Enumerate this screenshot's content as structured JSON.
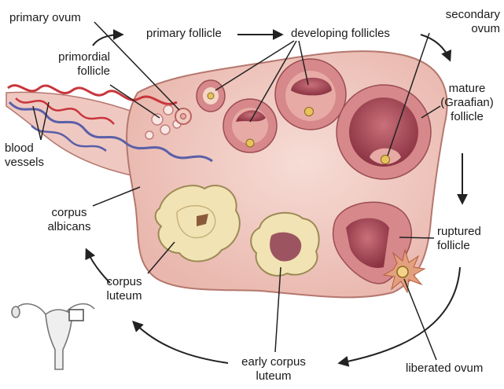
{
  "labels": {
    "primary_ovum": "primary ovum",
    "primary_follicle": "primary follicle",
    "developing_follicles": "developing follicles",
    "secondary_ovum": [
      "secondary",
      "ovum"
    ],
    "primordial_follicle": [
      "primordial",
      "follicle"
    ],
    "mature_follicle": [
      "mature",
      "(Graafian)",
      "follicle"
    ],
    "blood_vessels": [
      "blood",
      "vessels"
    ],
    "ruptured_follicle": [
      "ruptured",
      "follicle"
    ],
    "corpus_albicans": [
      "corpus",
      "albicans"
    ],
    "corpus_luteum": [
      "corpus",
      "luteum"
    ],
    "early_corpus_luteum": [
      "early corpus",
      "luteum"
    ],
    "liberated_ovum": "liberated ovum"
  },
  "colors": {
    "ovary_tissue": "#f2ccc6",
    "ovary_outline": "#b5776e",
    "follicle_ring": "#d6888a",
    "antrum": "#a04a55",
    "corpus_yellow": "#f1e3b4",
    "artery": "#c9363c",
    "vein": "#5a5fa8",
    "arrow": "#222222"
  }
}
